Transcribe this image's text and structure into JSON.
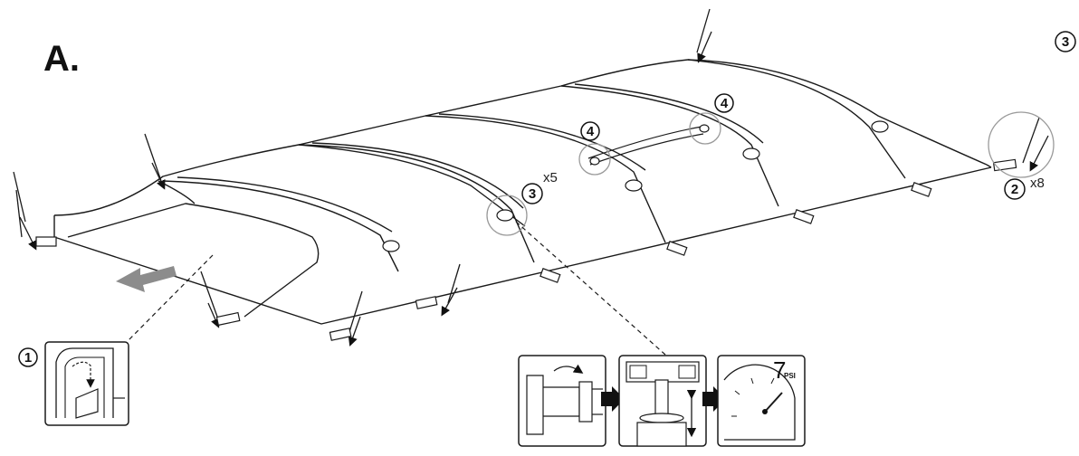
{
  "section_label": "A.",
  "callouts": {
    "corner_top_right": "3",
    "stake_marker": "2",
    "stake_count": "x8",
    "valve_marker": "3",
    "valve_count": "x5",
    "strap_marker_left": "4",
    "strap_marker_right": "4",
    "door_marker": "1"
  },
  "gauge": {
    "value": "7",
    "unit": "PSI"
  },
  "colors": {
    "line": "#1a1a1a",
    "highlight": "#9a9a9a",
    "arrow": "#8c8c8c"
  }
}
